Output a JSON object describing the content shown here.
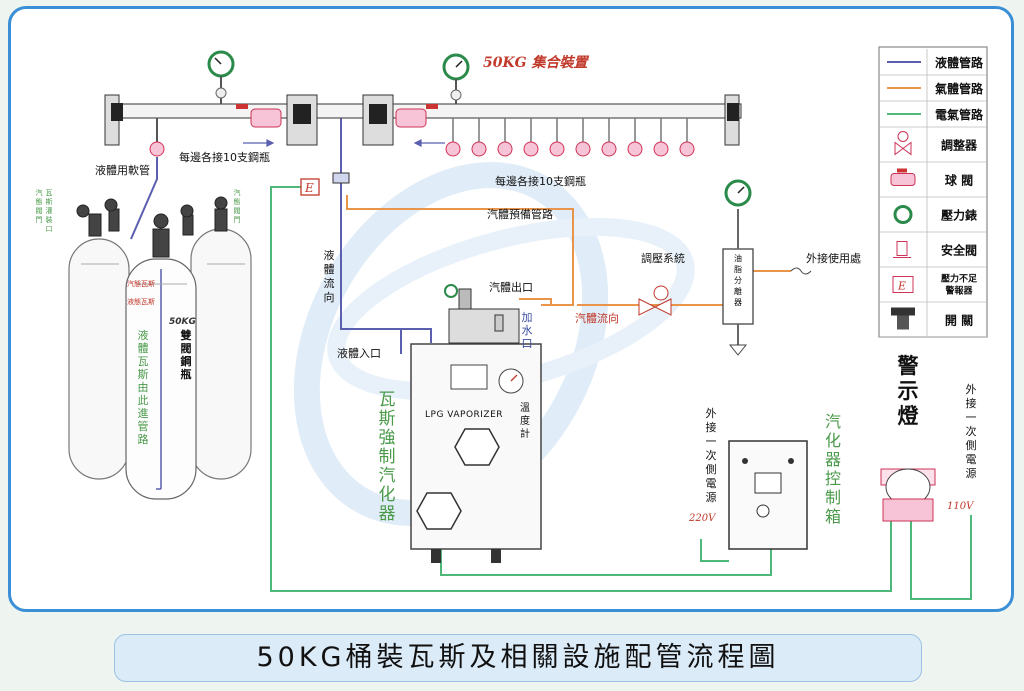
{
  "title": "50KG桶裝瓦斯及相關設施配管流程圖",
  "header_label": "50KG 集合裝置",
  "colors": {
    "liquid": "#5a5fb0",
    "gas": "#e8944a",
    "electric": "#4db87a",
    "frame": "#3a8fd6",
    "pink": "#e8739a",
    "greenText": "#4a9a4a"
  },
  "labels": {
    "soft_pipe": "液體用軟管",
    "each_side_10_left": "每邊各接10支鋼瓶",
    "each_side_10_right": "每邊各接10支鋼瓶",
    "steam_preheat": "汽體預備管路",
    "gas_outlet": "汽體出口",
    "liquid_inlet": "液體入口",
    "pressure_system": "調壓系統",
    "gas_flow": "汽體流向",
    "ext_use": "外接使用處",
    "vaporizer_name": "LPG VAPORIZER",
    "power_220": "220V",
    "power_110": "110V",
    "cyl_weight": "50KG"
  },
  "vertical_labels": {
    "liquid_flow": "液體流向",
    "add_water": "加水口",
    "temp_gauge": "溫度計",
    "forced_vaporizer": "瓦斯強制汽化器",
    "oil_separator": "油脂分離器",
    "ext_220": "外接一次側電源",
    "ext_110": "外接一次側電源",
    "vaporizer_ctrl": "汽化器控制箱",
    "warning_lamp": "警示燈",
    "dual_valve": "雙閥鋼瓶",
    "liquid_gas_feed": "液體瓦斯由此進管路",
    "cyl_left_1": "汽態閥門",
    "cyl_left_2": "瓦斯灌裝口",
    "cyl_right": "汽態閥門"
  },
  "cylinder_marks": {
    "gas_valve": "汽態瓦斯",
    "liquid_valve": "液態瓦斯"
  },
  "legend": {
    "items": [
      {
        "label": "液體管路",
        "symbol": "line-liquid"
      },
      {
        "label": "氣體管路",
        "symbol": "line-gas"
      },
      {
        "label": "電氣管路",
        "symbol": "line-electric"
      },
      {
        "label": "調整器",
        "symbol": "regulator-icon"
      },
      {
        "label": "球 閥",
        "symbol": "ball-valve-icon"
      },
      {
        "label": "壓力錶",
        "symbol": "pressure-gauge-icon"
      },
      {
        "label": "安全閥",
        "symbol": "safety-valve-icon"
      },
      {
        "label": "壓力不足警報器",
        "symbol": "alarm-icon"
      },
      {
        "label": "開 關",
        "symbol": "switch-icon"
      }
    ]
  }
}
